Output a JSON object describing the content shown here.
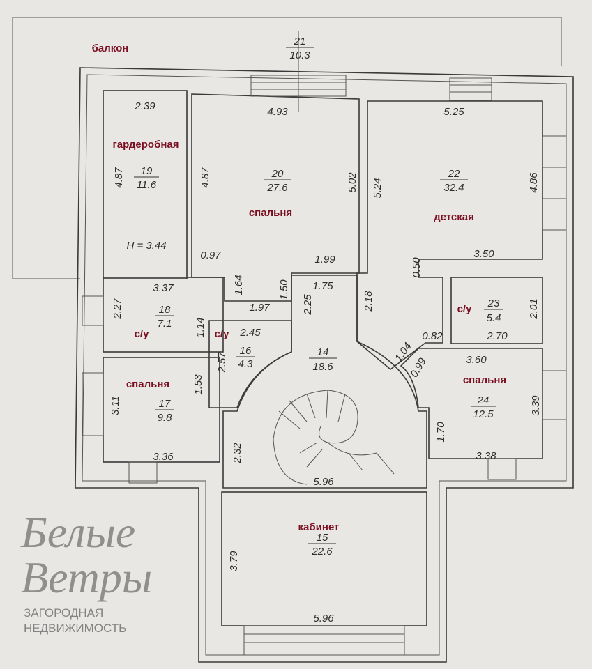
{
  "balcony": {
    "label": "балкон",
    "number": "21",
    "area": "10.3"
  },
  "rooms": {
    "r19": {
      "label": "гардеробная",
      "number": "19",
      "area": "11.6"
    },
    "r20": {
      "label": "спальня",
      "number": "20",
      "area": "27.6"
    },
    "r22": {
      "label": "детская",
      "number": "22",
      "area": "32.4"
    },
    "r18": {
      "label": "с/у",
      "number": "18",
      "area": "7.1"
    },
    "r16": {
      "label": "с/у",
      "number": "16",
      "area": "4.3"
    },
    "r14": {
      "number": "14",
      "area": "18.6"
    },
    "r23": {
      "label": "с/у",
      "number": "23",
      "area": "5.4"
    },
    "r17": {
      "label": "спальня",
      "number": "17",
      "area": "9.8"
    },
    "r24": {
      "label": "спальня",
      "number": "24",
      "area": "12.5"
    },
    "r15": {
      "label": "кабинет",
      "number": "15",
      "area": "22.6"
    }
  },
  "height_note": "H = 3.44",
  "dims": {
    "d239": "2.39",
    "d487a": "4.87",
    "d487b": "4.87",
    "d493": "4.93",
    "d502": "5.02",
    "d199": "1.99",
    "d097": "0.97",
    "d525": "5.25",
    "d524": "5.24",
    "d486": "4.86",
    "d350": "3.50",
    "d050": "0.50",
    "d337": "3.37",
    "d227": "2.27",
    "d114": "1.14",
    "d164": "1.64",
    "d197": "1.97",
    "d150": "1.50",
    "d175": "1.75",
    "d225": "2.25",
    "d218": "2.18",
    "d201": "2.01",
    "d270": "2.70",
    "d245": "2.45",
    "d257": "2.57",
    "d104": "1.04",
    "d082": "0.82",
    "d099": "0.99",
    "d360": "3.60",
    "d339": "3.39",
    "d170": "1.70",
    "d338": "3.38",
    "d153": "1.53",
    "d311": "3.11",
    "d336": "3.36",
    "d232": "2.32",
    "d596a": "5.96",
    "d379": "3.79",
    "d596b": "5.96"
  },
  "watermark": {
    "brand_line1": "Белые",
    "brand_line2": "Ветры",
    "tagline1": "ЗАГОРОДНАЯ",
    "tagline2": "НЕДВИЖИМОСТЬ"
  },
  "colors": {
    "label": "#7b0f22",
    "paper": "#e9e7e3",
    "lines": "#3a3a3a"
  }
}
